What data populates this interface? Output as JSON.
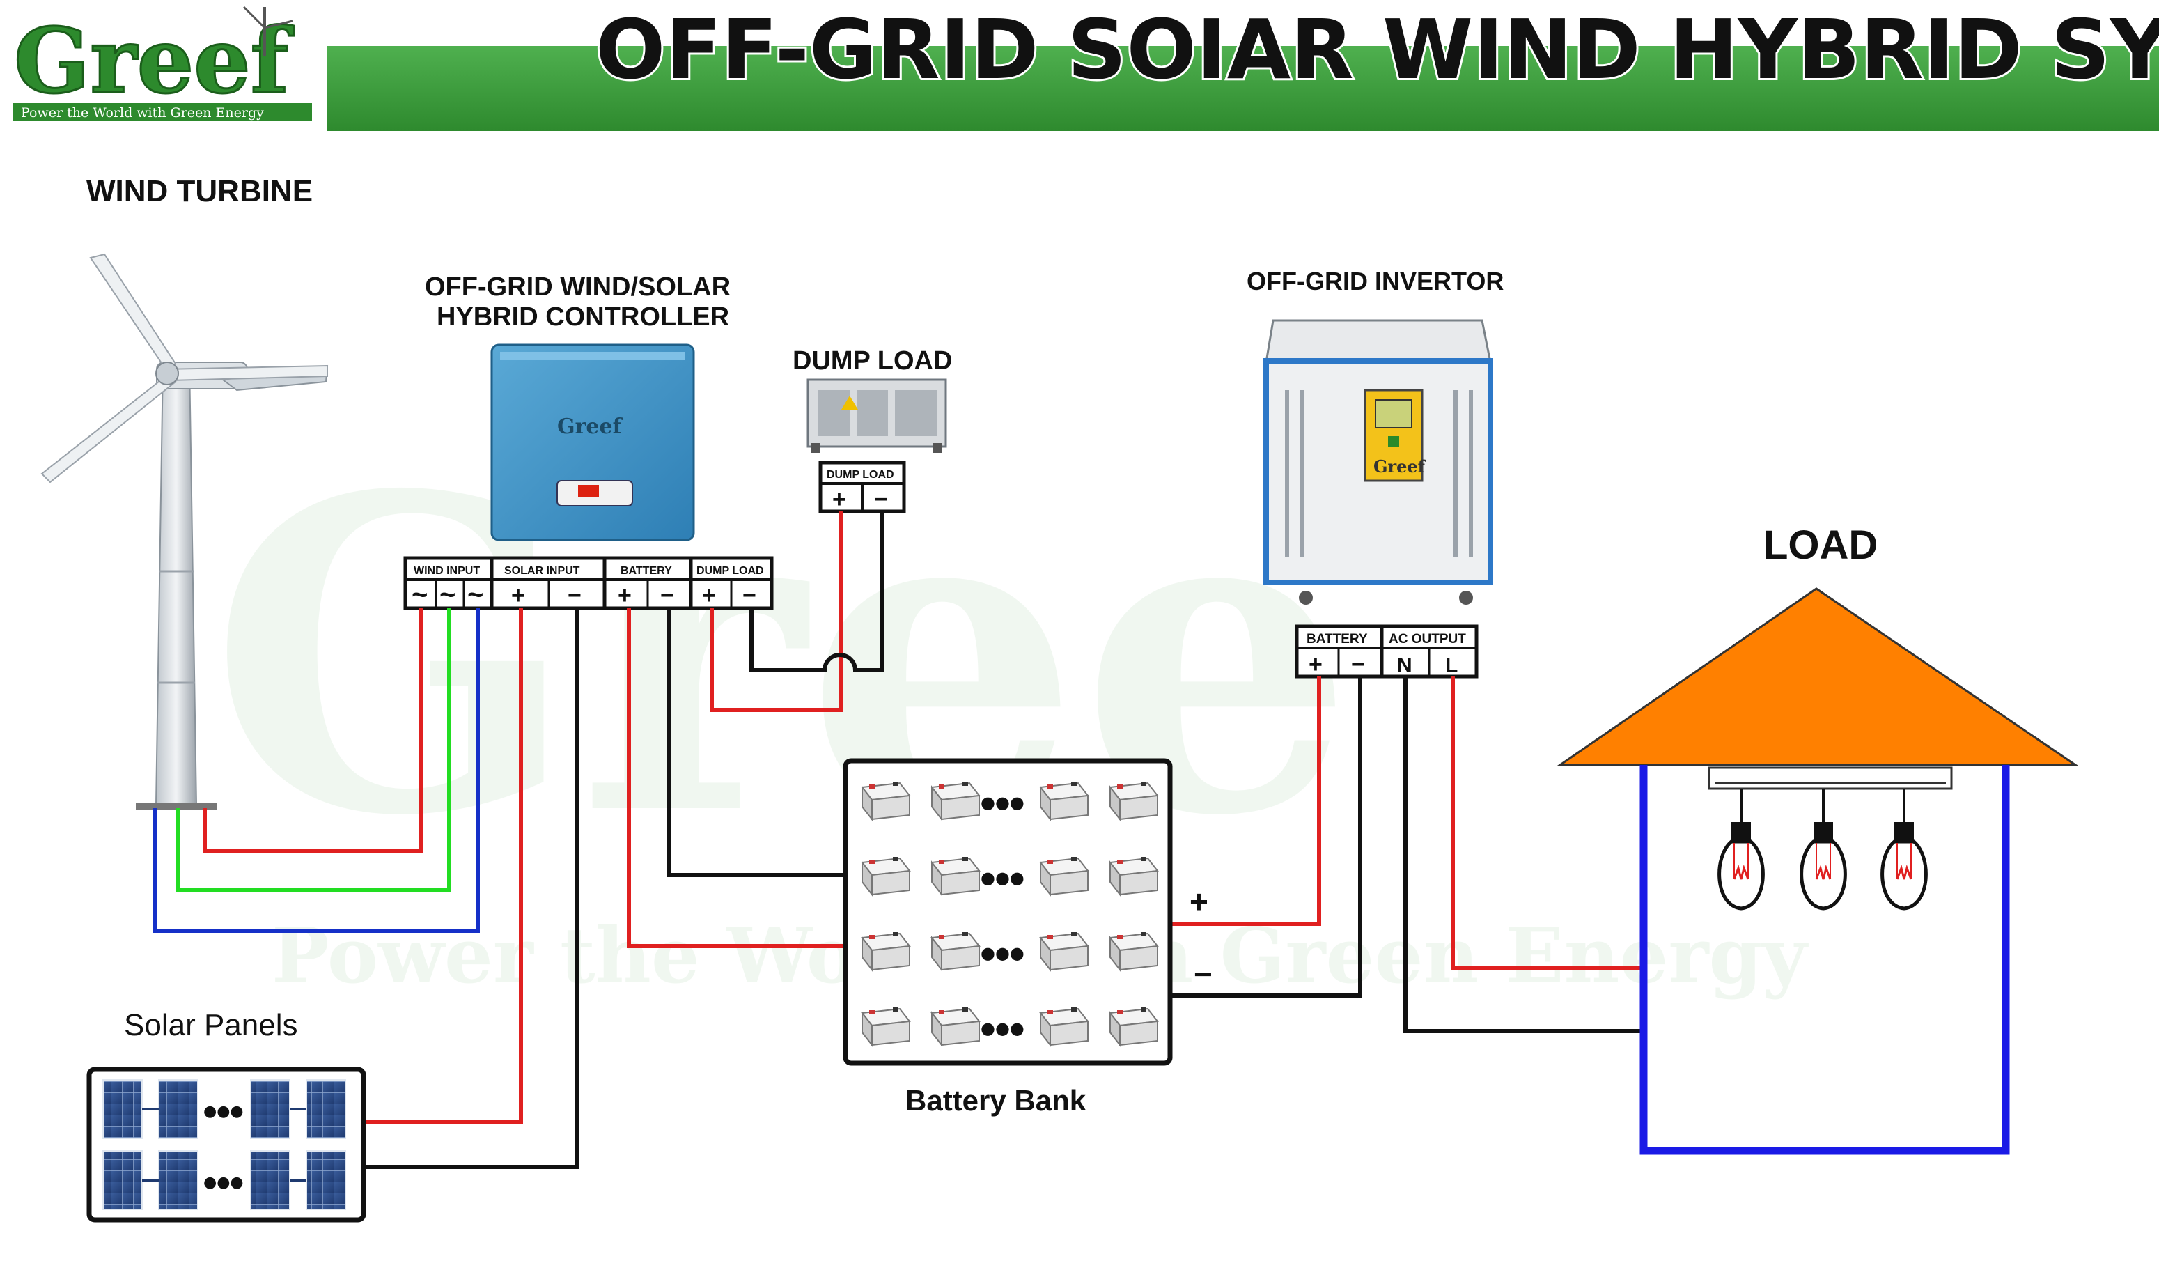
{
  "header": {
    "logo_text": "Greef",
    "logo_tagline": "Power the World with Green Energy",
    "title": "OFF-GRID  SOIAR WIND HYBRID SYSTEM",
    "bar_color": "#3c9a3c"
  },
  "components": {
    "wind_turbine": "WIND TURBINE",
    "controller_line1": "OFF-GRID WIND/SOLAR",
    "controller_line2": "HYBRID  CONTROLLER",
    "controller_brand": "Greef",
    "dump_load": "DUMP LOAD",
    "inverter": "OFF-GRID INVERTOR",
    "inverter_brand": "Greef",
    "load": "LOAD",
    "solar_panels": "Solar Panels",
    "battery_bank": "Battery Bank"
  },
  "terminals": {
    "controller": {
      "wind_input": "WIND INPUT",
      "solar_input": "SOLAR  INPUT",
      "battery": "BATTERY",
      "dump_load": "DUMP LOAD",
      "ac": "~",
      "plus": "+",
      "minus": "−"
    },
    "dump_load_block": {
      "label": "DUMP LOAD",
      "plus": "+",
      "minus": "−"
    },
    "inverter_block": {
      "battery": "BATTERY",
      "ac_output": "AC OUTPUT",
      "plus": "+",
      "minus": "−",
      "neutral": "N",
      "live": "L"
    }
  },
  "battery_polarity": {
    "plus": "+",
    "minus": "−"
  },
  "ellipsis": "●●●",
  "colors": {
    "wire_red": "#e02020",
    "wire_green": "#22dd22",
    "wire_blue": "#1530c8",
    "wire_black": "#111111",
    "roof": "#ff8000",
    "house_wall": "#1a1ae6"
  },
  "watermark": "Power the World with Green Energy"
}
